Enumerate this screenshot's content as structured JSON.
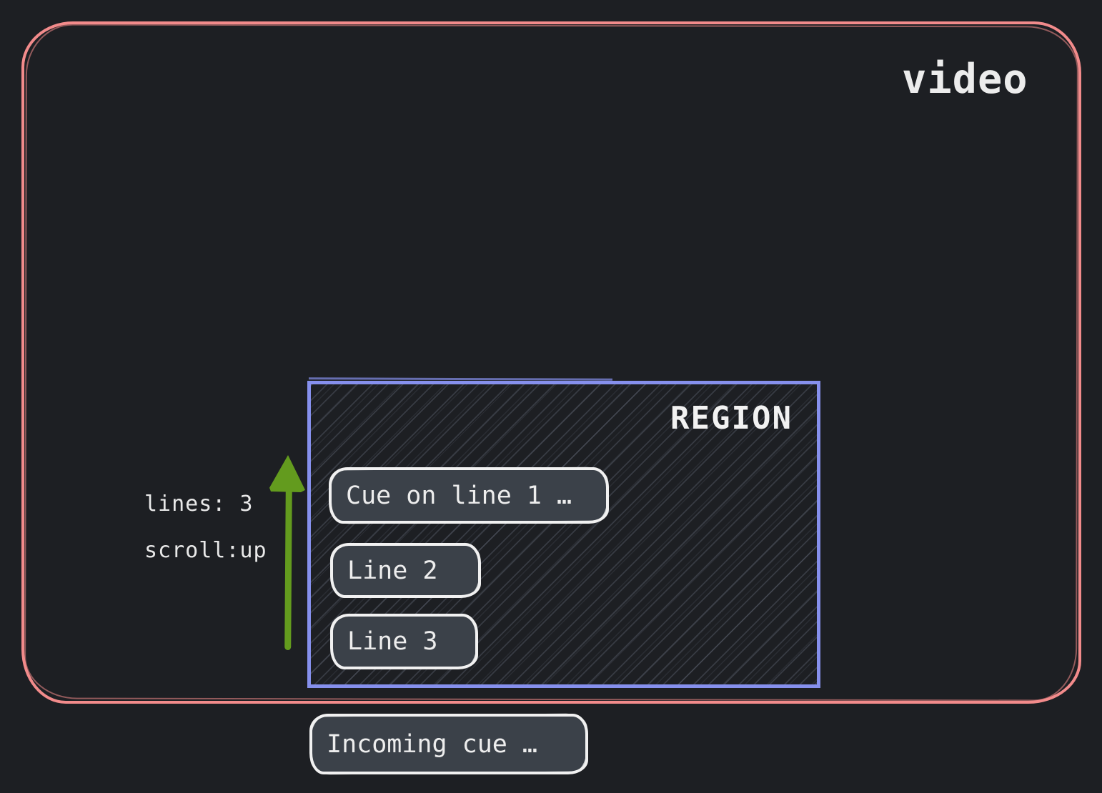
{
  "video": {
    "label": "video"
  },
  "region": {
    "label": "REGION",
    "cues": [
      {
        "label": "Cue on line 1 …"
      },
      {
        "label": "Line 2"
      },
      {
        "label": "Line 3"
      }
    ]
  },
  "annotations": {
    "lines_label": "lines: 3",
    "scroll_label": "scroll:up"
  },
  "incoming_cue": {
    "label": "Incoming cue …"
  },
  "colors": {
    "background": "#1d1f23",
    "video_border": "#f28b8b",
    "region_border": "#8690ed",
    "arrow_green": "#639b1e",
    "cue_fill": "#3b4149",
    "cue_border": "#f1f1f1",
    "text": "#ececec"
  }
}
